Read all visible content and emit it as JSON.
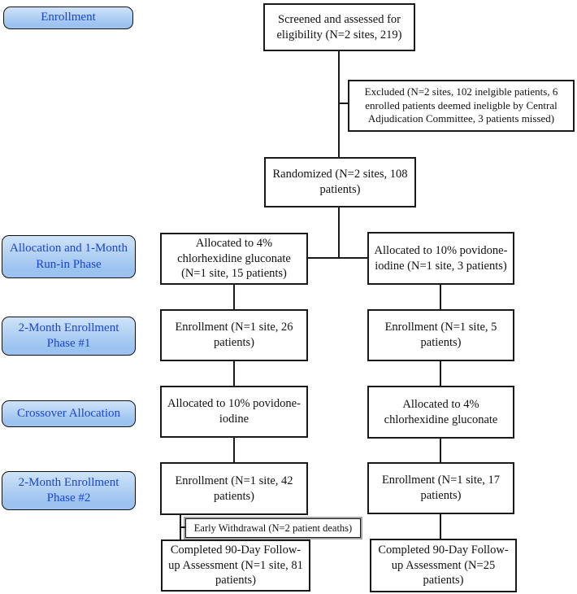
{
  "colors": {
    "background": "#ffffff",
    "phase_fill_top": "#cfe3f8",
    "phase_fill_bottom": "#9cc3f0",
    "phase_text": "#1b45cf",
    "box_border": "#1a1a1a",
    "withdrawal_outline": "#a6a6a6"
  },
  "phases": [
    {
      "label": "Enrollment"
    },
    {
      "label": "Allocation and 1-Month Run-in Phase"
    },
    {
      "label": "2-Month Enrollment Phase #1"
    },
    {
      "label": "Crossover Allocation"
    },
    {
      "label": "2-Month Enrollment Phase #2"
    }
  ],
  "nodes": {
    "screened": "Screened and assessed for eligibility (N=2 sites, 219)",
    "excluded": "Excluded (N=2 sites, 102 inelgible patients, 6 enrolled patients deemed ineligble by Central Adjudication Committee, 3 patients missed)",
    "randomized": "Randomized (N=2 sites, 108 patients)",
    "allocated_chg": "Allocated to 4% chlorhexidine gluconate (N=1 site, 15 patients)",
    "allocated_pvi": "Allocated to 10% povidone-iodine (N=1 site, 3 patients)",
    "enrollment1_left": "Enrollment (N=1 site, 26 patients)",
    "enrollment1_right": "Enrollment (N=1 site, 5 patients)",
    "crossover_left": "Allocated to 10% povidone-iodine",
    "crossover_right": "Allocated to 4% chlorhexidine gluconate",
    "enrollment2_left": "Enrollment (N=1 site, 42 patients)",
    "enrollment2_right": "Enrollment (N=1 site, 17 patients)",
    "early_withdrawal": "Early Withdrawal (N=2 patient deaths)",
    "completed_left": "Completed 90-Day Follow-up Assessment (N=1 site, 81 patients)",
    "completed_right": "Completed 90-Day Follow-up Assessment (N=25 patients)"
  }
}
